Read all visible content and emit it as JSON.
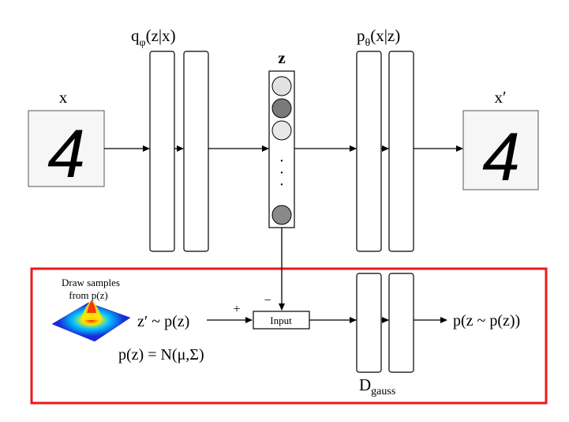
{
  "encoder": {
    "label_main": "q",
    "label_sub": "φ",
    "label_tail": "(z|x)"
  },
  "decoder": {
    "label_main": "p",
    "label_sub": "θ",
    "label_tail": "(x|z)"
  },
  "input_image": {
    "label": "x",
    "digit": "4"
  },
  "output_image": {
    "label": "x′",
    "digit": "4"
  },
  "latent": {
    "label": "z",
    "dots": "·",
    "node_colors": [
      "#e2e2e2",
      "#7a7a7a",
      "#e8e8e8",
      "#8a8a8a"
    ]
  },
  "prior_panel": {
    "border_color": "#e8191b",
    "draw_samples_line1": "Draw samples",
    "draw_samples_line2": "from p(z)",
    "z_prime": "z′ ~ p(z)",
    "prior_formula": "p(z) = N(μ,Σ)",
    "plus": "+",
    "minus": "−",
    "input_box": "Input",
    "output_label": "p(z ~ p(z))",
    "discriminator_main": "D",
    "discriminator_sub": "gauss"
  },
  "colors": {
    "stroke": "#000000",
    "panel_border": "#e8191b",
    "gaussian_peak": "#ff2200",
    "gaussian_mid": "#ffe600",
    "gaussian_low": "#00c8ff",
    "gaussian_base": "#1a2ad8"
  }
}
